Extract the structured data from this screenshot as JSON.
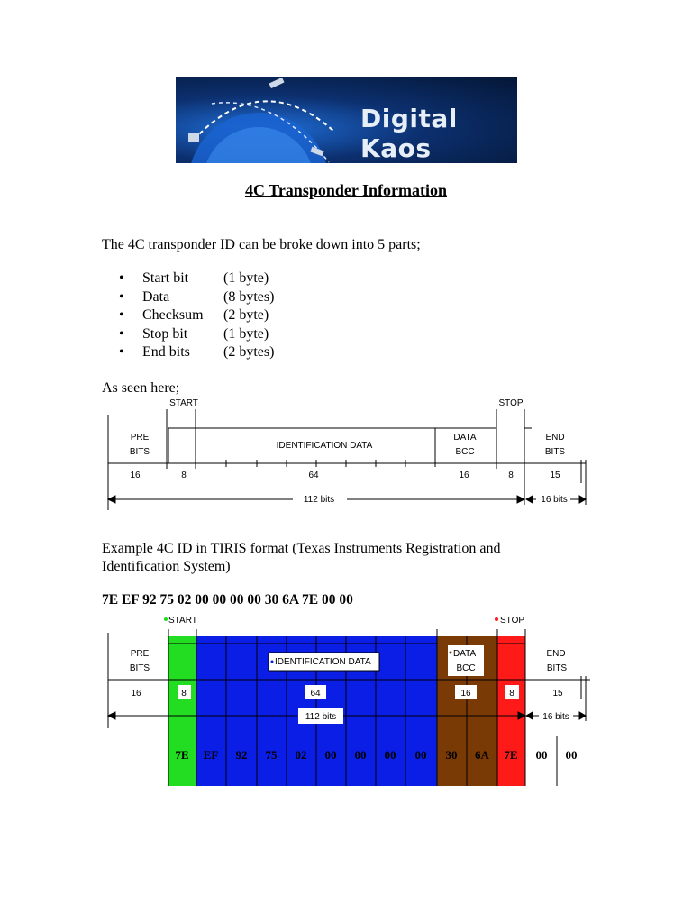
{
  "logo": {
    "text": "Digital Kaos"
  },
  "title": "4C Transponder Information",
  "intro": "The 4C transponder ID can be broke down into 5 parts;",
  "parts": [
    {
      "name": "Start bit",
      "size": "(1 byte)"
    },
    {
      "name": "Data",
      "size": "(8 bytes)"
    },
    {
      "name": "Checksum",
      "size": "(2 byte)"
    },
    {
      "name": "Stop bit",
      "size": "(1 byte)"
    },
    {
      "name": "End bits",
      "size": "(2 bytes)"
    }
  ],
  "bullet_char": "•",
  "as_seen": "As seen here;",
  "diagram1": {
    "start": "START",
    "stop": "STOP",
    "pre_line1": "PRE",
    "pre_line2": "BITS",
    "ident": "IDENTIFICATION DATA",
    "data_line1": "DATA",
    "data_line2": "BCC",
    "end_line1": "END",
    "end_line2": "BITS",
    "n16": "16",
    "n8a": "8",
    "n64": "64",
    "n16b": "16",
    "n8b": "8",
    "n15": "15",
    "total": "112 bits",
    "end_total": "16 bits"
  },
  "example_line1": "Example 4C ID in TIRIS format (Texas Instruments Registration and",
  "example_line2": "Identification System)",
  "hex_string": "7E EF 92 75 02 00 00 00 00 30 6A 7E 00 00",
  "diagram2": {
    "start": "START",
    "stop": "STOP",
    "pre_line1": "PRE",
    "pre_line2": "BITS",
    "ident": "IDENTIFICATION DATA",
    "data_line1": "DATA",
    "data_line2": "BCC",
    "end_line1": "END",
    "end_line2": "BITS",
    "n16": "16",
    "n8a": "8",
    "n64": "64",
    "n16b": "16",
    "n8b": "8",
    "n15": "15",
    "total": "112 bits",
    "end_total": "16 bits",
    "bytes": [
      "7E",
      "EF",
      "92",
      "75",
      "02",
      "00",
      "00",
      "00",
      "00",
      "30",
      "6A",
      "7E",
      "00",
      "00"
    ],
    "colors": {
      "start": "#22dd22",
      "data": "#0a1ee6",
      "bcc": "#7a3a06",
      "stop": "#ff1a1a"
    }
  }
}
